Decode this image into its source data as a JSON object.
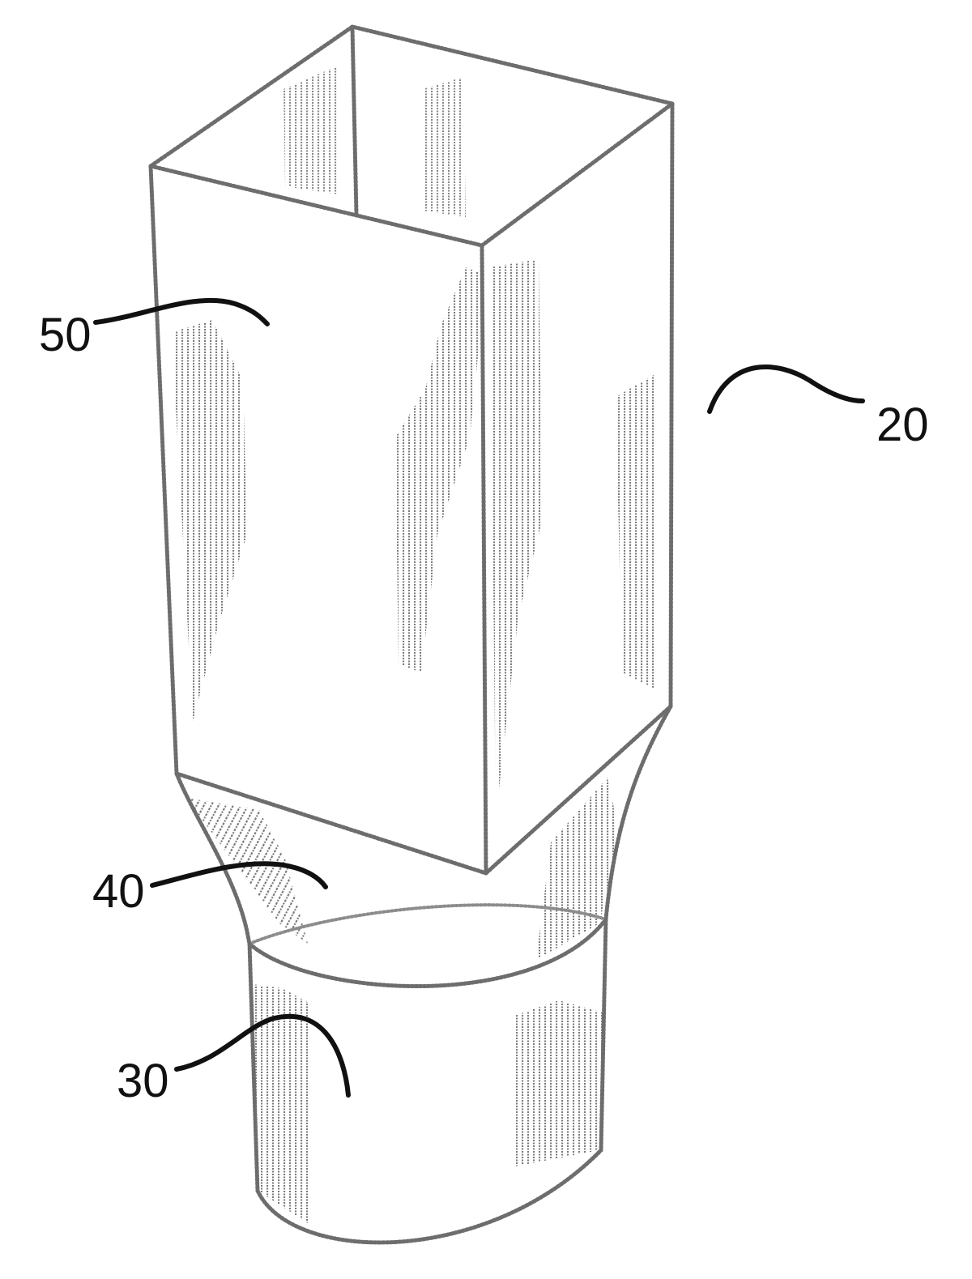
{
  "labels": {
    "ref_20": "20",
    "ref_30": "30",
    "ref_40": "40",
    "ref_50": "50"
  },
  "colors": {
    "line": "#6d6d6d",
    "shading": "#7a7a7a",
    "leader": "#111111",
    "background": "#ffffff"
  }
}
